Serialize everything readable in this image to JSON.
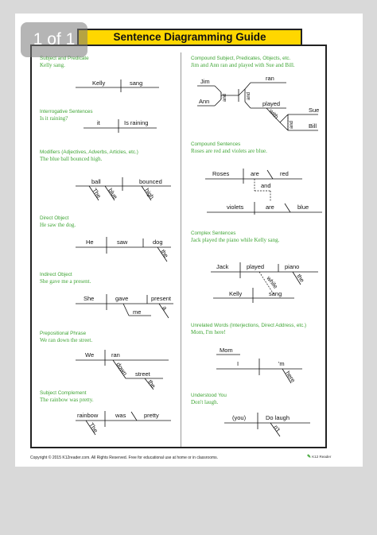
{
  "viewer": {
    "page_indicator": "1 of 1"
  },
  "title": "Sentence Diagramming Guide",
  "sections": {
    "simple": {
      "heading": "Subject and Predicate",
      "example": "Kelly sang.",
      "words": {
        "w1": "Kelly",
        "w2": "sang"
      }
    },
    "interrogative": {
      "heading": "Interrogative Sentences",
      "example": "Is it raining?",
      "words": {
        "w1": "it",
        "w2": "Is raining"
      }
    },
    "modifiers": {
      "heading": "Modifiers (Adjectives, Adverbs, Articles, etc.)",
      "example": "The blue ball bounced high.",
      "words": {
        "w1": "ball",
        "w2": "bounced",
        "w3": "The",
        "w4": "blue",
        "w5": "high"
      }
    },
    "direct_object": {
      "heading": "Direct Object",
      "example": "He saw the dog.",
      "words": {
        "w1": "He",
        "w2": "saw",
        "w3": "dog",
        "w4": "the"
      }
    },
    "indirect_object": {
      "heading": "Indirect Object",
      "example": "She gave me a present.",
      "words": {
        "w1": "She",
        "w2": "gave",
        "w3": "present",
        "w4": "me",
        "w5": "a"
      }
    },
    "prepositional": {
      "heading": "Prepositional Phrase",
      "example": "We ran down the street.",
      "words": {
        "w1": "We",
        "w2": "ran",
        "w3": "down",
        "w4": "street",
        "w5": "the"
      }
    },
    "complement": {
      "heading": "Subject Complement",
      "example": "The rainbow was pretty.",
      "words": {
        "w1": "rainbow",
        "w2": "was",
        "w3": "pretty",
        "w4": "The"
      }
    },
    "compound": {
      "heading": "Compound Subject, Predicates, Objects, etc.",
      "example": "Jim and Ann ran and played with Sue and Bill.",
      "words": {
        "w1": "Jim",
        "w2": "Ann",
        "w3": "and",
        "w4": "ran",
        "w5": "played",
        "w6": "and",
        "w7": "with",
        "w8": "Sue",
        "w9": "Bill",
        "w10": "and"
      }
    },
    "compound_sentences": {
      "heading": "Compound Sentences",
      "example": "Roses are red and violets are blue.",
      "words": {
        "w1": "Roses",
        "w2": "are",
        "w3": "red",
        "w4": "and",
        "w5": "violets",
        "w6": "are",
        "w7": "blue"
      }
    },
    "complex": {
      "heading": "Complex Sentences",
      "example": "Jack played the piano while Kelly sang.",
      "words": {
        "w1": "Jack",
        "w2": "played",
        "w3": "piano",
        "w4": "while",
        "w5": "the",
        "w6": "Kelly",
        "w7": "sang"
      }
    },
    "unrelated": {
      "heading": "Unrelated Words (Interjections, Direct Address, etc.)",
      "example": "Mom, I'm here!",
      "words": {
        "w1": "Mom",
        "w2": "I",
        "w3": "'m",
        "w4": "here"
      }
    },
    "understood": {
      "heading": "Understood You",
      "example": "Don't laugh.",
      "words": {
        "w1": "(you)",
        "w2": "Do laugh",
        "w3": "n't"
      }
    }
  },
  "footer": {
    "copyright": "Copyright © 2015  K12reader.com. All Rights Reserved. Free for educational use at home or in classrooms.",
    "logo": "K12 Reader"
  }
}
